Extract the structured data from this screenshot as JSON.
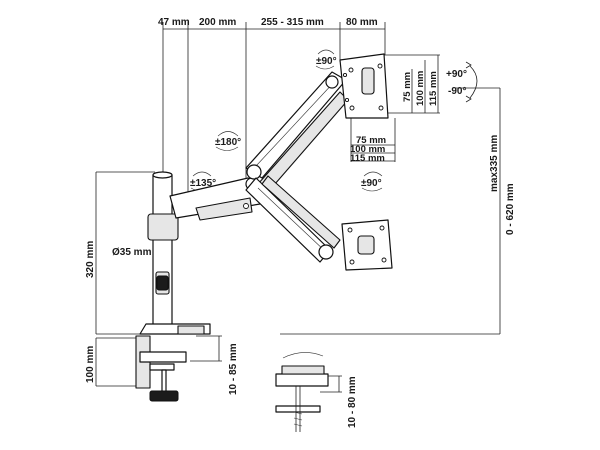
{
  "diagram": {
    "top_dims": {
      "d47": "47 mm",
      "d200": "200 mm",
      "d255": "255 - 315 mm",
      "d80": "80 mm"
    },
    "vesa_upper": {
      "v75": "75 mm",
      "v100": "100 mm",
      "v115": "115 mm"
    },
    "vesa_lower": {
      "h75": "75 mm",
      "h100": "100 mm",
      "h115": "115 mm"
    },
    "tilt": {
      "up": "+90°",
      "down": "-90°"
    },
    "rotations": {
      "r90_top": "±90°",
      "r180": "±180°",
      "r135": "±135°",
      "r90_mid": "±90°"
    },
    "pole": {
      "diameter": "Ø35 mm",
      "height": "320 mm"
    },
    "right_dims": {
      "max": "max335 mm",
      "range": "0 - 620 mm"
    },
    "clamp": {
      "height": "100 mm",
      "opening": "10 - 85 mm"
    },
    "grommet": {
      "thickness": "10 - 80 mm"
    }
  }
}
